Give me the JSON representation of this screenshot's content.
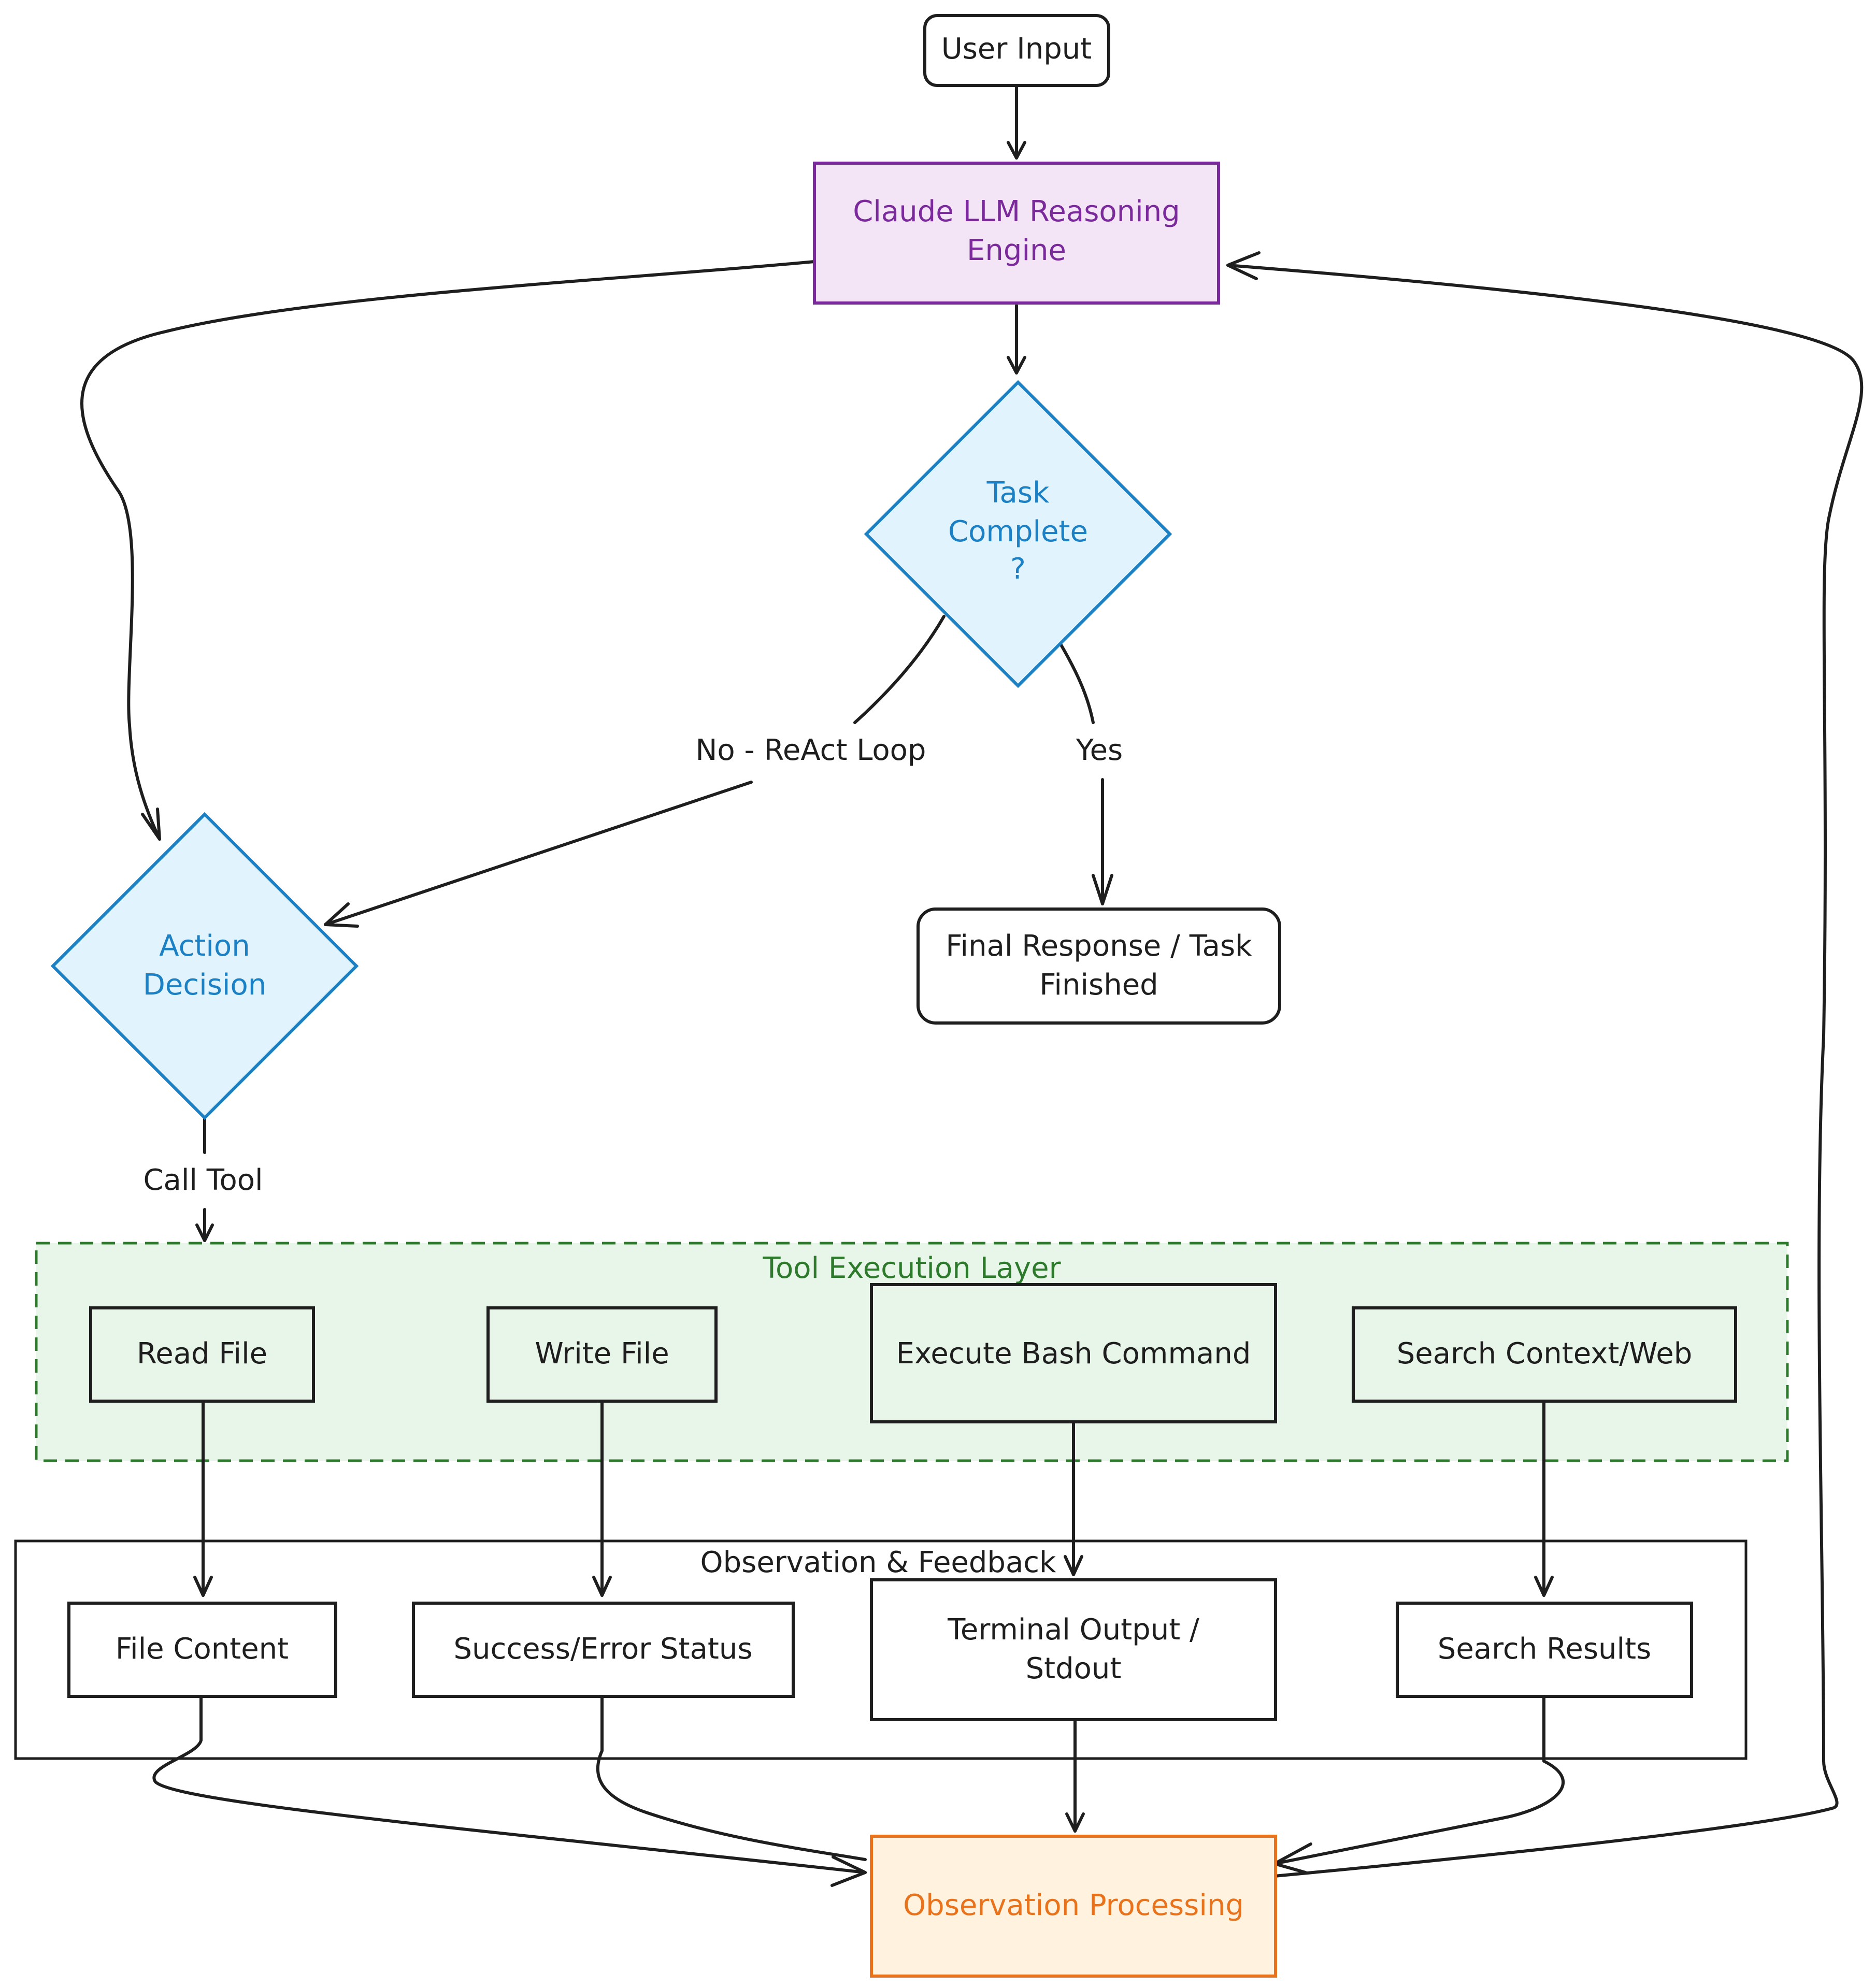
{
  "nodes": {
    "user_input": "User Input",
    "llm_line1": "Claude LLM Reasoning",
    "llm_line2": "Engine",
    "task_line1": "Task",
    "task_line2": "Complete",
    "task_line3": "?",
    "action_line1": "Action",
    "action_line2": "Decision",
    "final_line1": "Final Response / Task",
    "final_line2": "Finished",
    "read_file": "Read File",
    "write_file": "Write File",
    "exec_bash": "Execute Bash Command",
    "search_ctx": "Search Context/Web",
    "file_content": "File Content",
    "success_status": "Success/Error Status",
    "terminal_line1": "Terminal Output /",
    "terminal_line2": "Stdout",
    "search_results": "Search Results",
    "obs_processing": "Observation Processing"
  },
  "groups": {
    "tool_layer": "Tool Execution Layer",
    "observation": "Observation & Feedback"
  },
  "edge_labels": {
    "no_loop": "No - ReAct Loop",
    "yes": "Yes",
    "call_tool": "Call Tool"
  },
  "colors": {
    "stroke": "#1e1e1e",
    "llm_fill": "#f3e5f5",
    "llm_stroke": "#7a2a9b",
    "decision_fill": "#e1f4fd",
    "decision_stroke": "#1b80c4",
    "tool_fill": "#e8f5e9",
    "tool_stroke": "#2d7a2d",
    "obs_fill": "#fff3e0",
    "obs_stroke": "#e8731c"
  }
}
